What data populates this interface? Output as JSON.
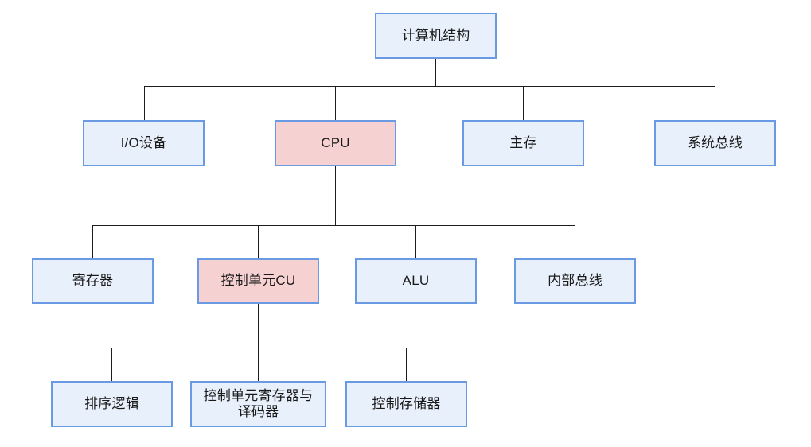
{
  "diagram": {
    "type": "tree",
    "title_node": "计算机结构",
    "colors": {
      "node_fill": "#e8f0fb",
      "node_border": "#6a9ae4",
      "accent_fill": "#f6d1d1",
      "edge": "#1c1c1c",
      "text": "#1a1a1a",
      "background": "#ffffff"
    },
    "nodes": {
      "root": {
        "label": "计算机结构",
        "highlight": false
      },
      "io": {
        "label": "I/O设备",
        "highlight": false
      },
      "cpu": {
        "label": "CPU",
        "highlight": true
      },
      "main_memory": {
        "label": "主存",
        "highlight": false
      },
      "system_bus": {
        "label": "系统总线",
        "highlight": false
      },
      "register": {
        "label": "寄存器",
        "highlight": false
      },
      "control_unit": {
        "label": "控制单元CU",
        "highlight": true
      },
      "alu": {
        "label": "ALU",
        "highlight": false
      },
      "internal_bus": {
        "label": "内部总线",
        "highlight": false
      },
      "sequencing_logic": {
        "label": "排序逻辑",
        "highlight": false
      },
      "cu_registers_decoders": {
        "label": "控制单元寄存器与\n译码器",
        "highlight": false
      },
      "control_memory": {
        "label": "控制存储器",
        "highlight": false
      }
    },
    "edges": [
      {
        "from": "root",
        "to": "io"
      },
      {
        "from": "root",
        "to": "cpu"
      },
      {
        "from": "root",
        "to": "main_memory"
      },
      {
        "from": "root",
        "to": "system_bus"
      },
      {
        "from": "cpu",
        "to": "register"
      },
      {
        "from": "cpu",
        "to": "control_unit"
      },
      {
        "from": "cpu",
        "to": "alu"
      },
      {
        "from": "cpu",
        "to": "internal_bus"
      },
      {
        "from": "control_unit",
        "to": "sequencing_logic"
      },
      {
        "from": "control_unit",
        "to": "cu_registers_decoders"
      },
      {
        "from": "control_unit",
        "to": "control_memory"
      }
    ]
  }
}
